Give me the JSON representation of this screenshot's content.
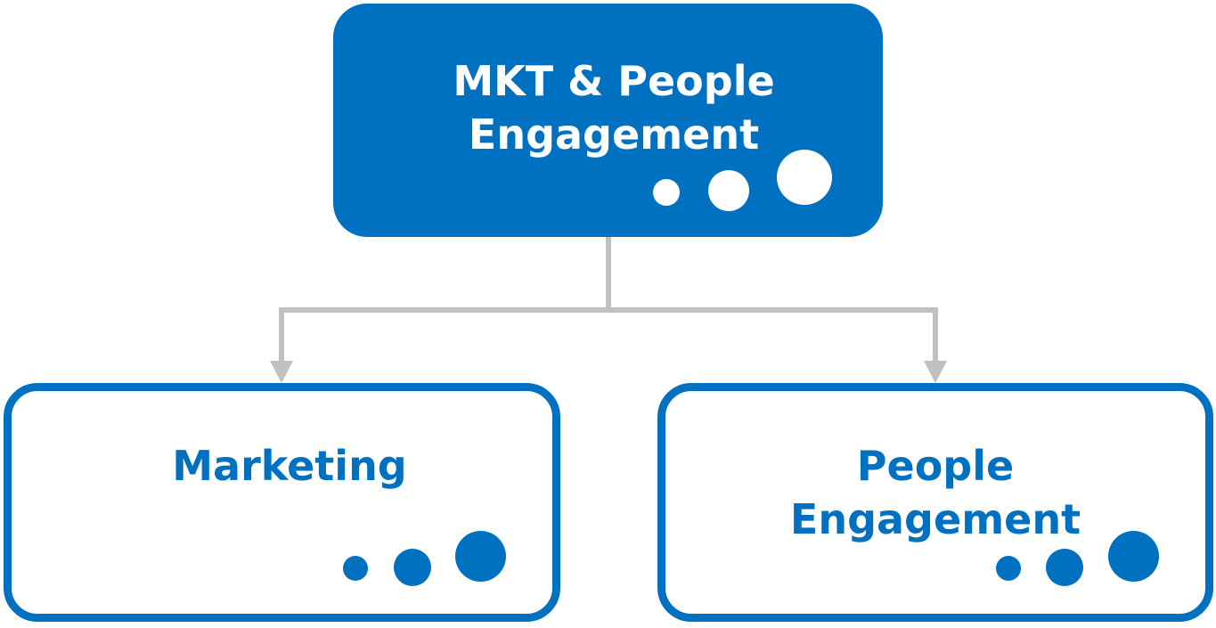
{
  "diagram": {
    "root": {
      "label": "MKT & People\nEngagement"
    },
    "children": [
      {
        "label": "Marketing"
      },
      {
        "label": "People\nEngagement"
      }
    ]
  },
  "colors": {
    "primary": "#0070C0",
    "connector": "#C0C0C0",
    "background": "#FFFFFF"
  }
}
